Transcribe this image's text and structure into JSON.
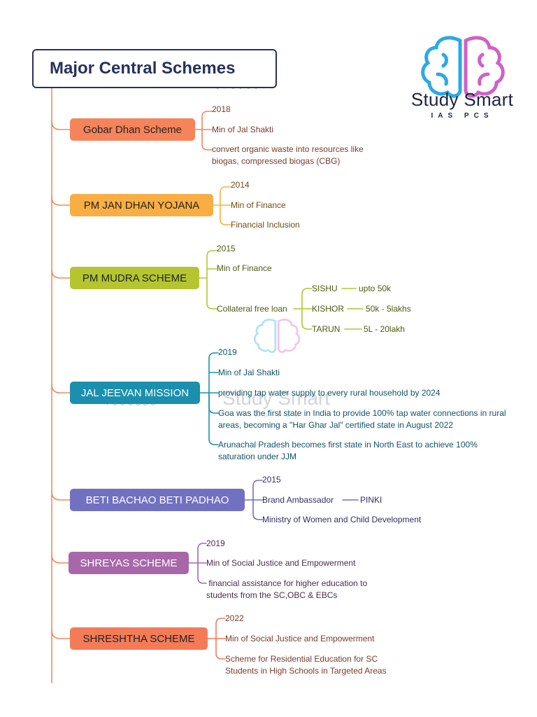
{
  "title": "Major Central Schemes",
  "logo": {
    "name": "Study Smart",
    "sub": "IAS PCS"
  },
  "watermark": {
    "name": "Study Smart",
    "sub": "IAS PCS"
  },
  "colors": {
    "trunk": "#f08a5d",
    "title_text": "#27305f",
    "gobar": "#f5845b",
    "jandhan": "#f8ae43",
    "mudra": "#b4c52f",
    "jjm": "#1a8fae",
    "bbbp": "#7270c0",
    "shreyas": "#a867a9",
    "shreshtha": "#f47b58"
  },
  "schemes": [
    {
      "id": "gobar",
      "name": "Gobar Dhan Scheme",
      "year": "2018",
      "ministry": "Min of Jal Shakti",
      "detail": "convert organic waste into resources like biogas, compressed biogas (CBG)"
    },
    {
      "id": "jandhan",
      "name": "PM JAN DHAN YOJANA",
      "year": "2014",
      "ministry": "Min of Finance",
      "detail": "Financial Inclusion"
    },
    {
      "id": "mudra",
      "name": "PM MUDRA SCHEME",
      "year": "2015",
      "ministry": "Min of Finance",
      "detail": "Collateral free loan",
      "tiers": [
        {
          "name": "SISHU",
          "value": "upto 50k"
        },
        {
          "name": "KISHOR",
          "value": "50k - 5lakhs"
        },
        {
          "name": "TARUN",
          "value": "5L - 20lakh"
        }
      ]
    },
    {
      "id": "jjm",
      "name": "JAL JEEVAN MISSION",
      "year": "2019",
      "ministry": "Min of Jal Shakti",
      "detail": "providing tap water supply to every rural household by 2024",
      "facts": [
        "Goa was the first state in India to provide 100% tap water connections in rural areas, becoming a \"Har Ghar Jal\" certified state in August 2022",
        "Arunachal Pradesh becomes first state in North East to achieve 100% saturation under JJM"
      ]
    },
    {
      "id": "bbbp",
      "name": "BETI BACHAO BETI PADHAO",
      "year": "2015",
      "ambassador_label": "Brand Ambassador",
      "ambassador": "PINKI",
      "ministry": "Ministry of Women and Child Development"
    },
    {
      "id": "shreyas",
      "name": "SHREYAS SCHEME",
      "year": "2019",
      "ministry": "Min of Social Justice and Empowerment",
      "detail": " financial assistance for higher education to students from the SC,OBC & EBCs"
    },
    {
      "id": "shreshtha",
      "name": "SHRESHTHA SCHEME",
      "year": "2022",
      "ministry": "Min of Social Justice and Empowerment",
      "detail": "Scheme for Residential Education for SC Students in High Schools in Targeted Areas"
    }
  ]
}
